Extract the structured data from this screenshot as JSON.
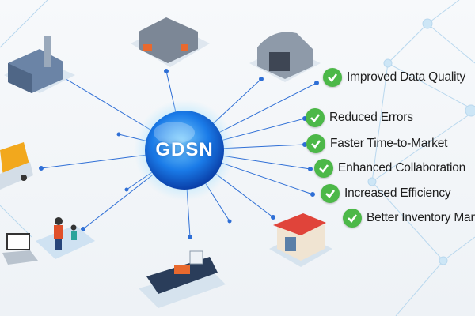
{
  "hub": {
    "label": "GDSN"
  },
  "nodes": [
    "factory",
    "warehouse",
    "distribution-center",
    "truck",
    "shopper-with-laptop",
    "cargo-ship",
    "retail-store"
  ],
  "benefits": [
    {
      "label": "Improved Data Quality"
    },
    {
      "label": "Reduced Errors"
    },
    {
      "label": "Faster Time-to-Market"
    },
    {
      "label": "Enhanced Collaboration"
    },
    {
      "label": "Increased Efficiency"
    },
    {
      "label": "Better Inventory Manag"
    }
  ],
  "colors": {
    "check": "#4cb848",
    "hub": "#1a7be8",
    "line": "#2f6fd6"
  }
}
